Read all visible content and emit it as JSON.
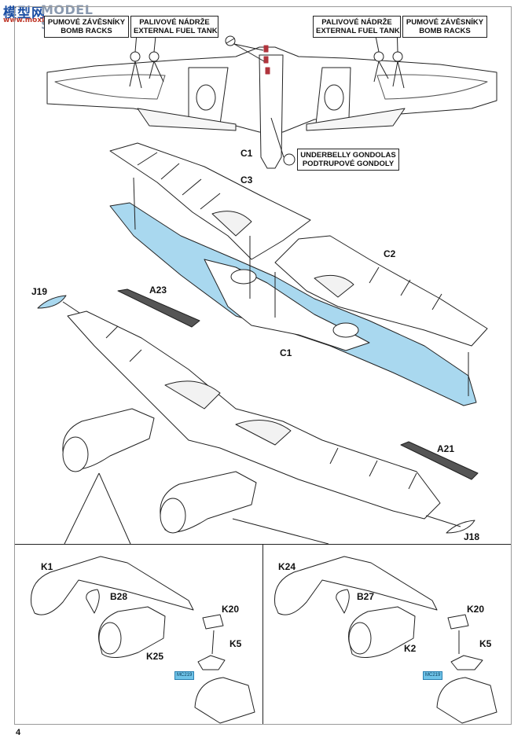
{
  "watermark": {
    "logo": "模型网",
    "text": "MODEL SEARCH",
    "url": "www.moxing.net"
  },
  "callouts": {
    "bomb_racks_left": [
      "PUMOVÉ ZÁVĚSNÍKY",
      "BOMB RACKS"
    ],
    "fuel_tank_left": [
      "PALIVOVÉ NÁDRŽE",
      "EXTERNAL FUEL TANK"
    ],
    "fuel_tank_right": [
      "PALIVOVÉ NÁDRŽE",
      "EXTERNAL FUEL TANK"
    ],
    "bomb_racks_right": [
      "PUMOVÉ ZÁVĚSNÍKY",
      "BOMB RACKS"
    ],
    "gondolas": [
      "UNDERBELLY GONDOLAS",
      "PODTRUPOVÉ GONDOLY"
    ]
  },
  "part_labels": {
    "c1_top": "C1",
    "c3": "C3",
    "c2": "C2",
    "c1_mid": "C1",
    "j19": "J19",
    "a23": "A23",
    "a21": "A21",
    "j18": "J18",
    "k1": "K1",
    "b28": "B28",
    "k25": "K25",
    "k20_left": "K20",
    "k5_left": "K5",
    "k24": "K24",
    "b27": "B27",
    "k2": "K2",
    "k20_right": "K20",
    "k5_right": "K5"
  },
  "mask_tags": {
    "left": "MC219",
    "right": "MC219"
  },
  "page_number": "4",
  "colors": {
    "line": "#222222",
    "blue_fill": "#a9d8ef",
    "red_marker": "#b0343c",
    "paper": "#ffffff"
  }
}
